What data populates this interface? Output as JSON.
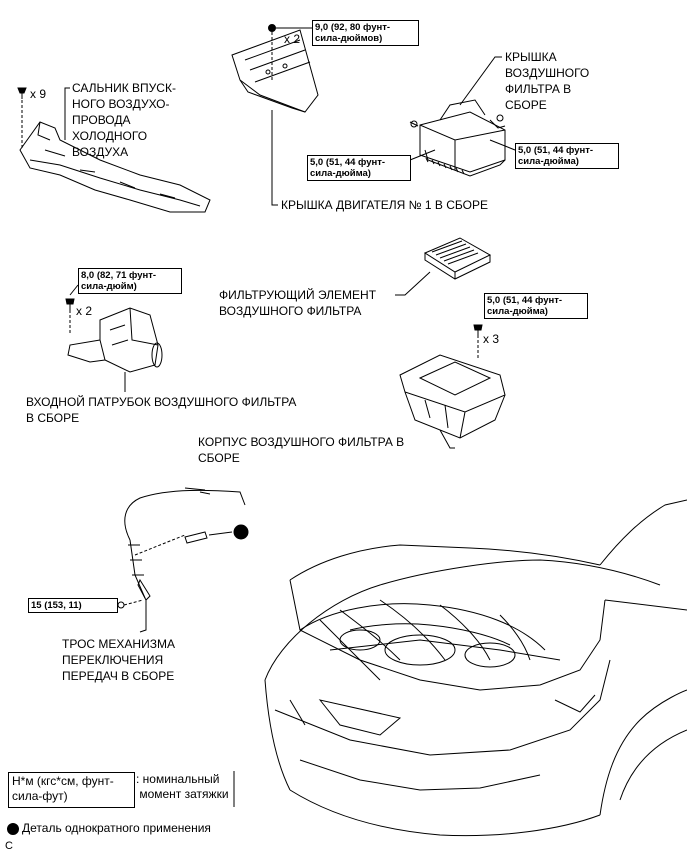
{
  "labels": {
    "cold_air_duct_seal": "САЛЬНИК ВПУСК-\nНОГО ВОЗДУХО-\nПРОВОДА\nХОЛОДНОГО\nВОЗДУХА",
    "engine_cover": "КРЫШКА ДВИГАТЕЛЯ № 1 В СБОРЕ",
    "air_cleaner_cap": "КРЫШКА\nВОЗДУШНОГО\nФИЛЬТРА В\nСБОРЕ",
    "filter_element": "ФИЛЬТРУЮЩИЙ ЭЛЕМЕНТ\nВОЗДУШНОГО ФИЛЬТРА",
    "inlet_assembly": "ВХОДНОЙ ПАТРУБОК ВОЗДУШНОГО ФИЛЬТРА\nВ СБОРЕ",
    "air_cleaner_case": "КОРПУС ВОЗДУШНОГО ФИЛЬТРА В\nСБОРЕ",
    "shift_cable": "ТРОС МЕХАНИЗМА\nПЕРЕКЛЮЧЕНИЯ\nПЕРЕДАЧ В СБОРЕ"
  },
  "quantities": {
    "seal_clips": "x 9",
    "cover_nuts": "x 2",
    "inlet_bolts": "x 2",
    "case_bolts": "x 3"
  },
  "torques": {
    "engine_cover": "9,0 (92, 80 фунт-\nсила-дюймов)",
    "cap_left": "5,0 (51, 44 фунт-\nсила-дюйма)",
    "cap_right": "5,0 (51, 44 фунт-\nсила-дюйма)",
    "inlet": "8,0 (82, 71 фунт-\nсила-дюйм)",
    "case": "5,0 (51, 44 фунт-\nсила-дюйма)",
    "shift_cable": "15 (153, 11)"
  },
  "legend": {
    "torque_unit": "Н*м (кгс*см, фунт-\nсила-фут)",
    "torque_desc": ": номинальный\n момент затяжки",
    "single_use": "Деталь однократного применения"
  },
  "corner_mark": "C"
}
